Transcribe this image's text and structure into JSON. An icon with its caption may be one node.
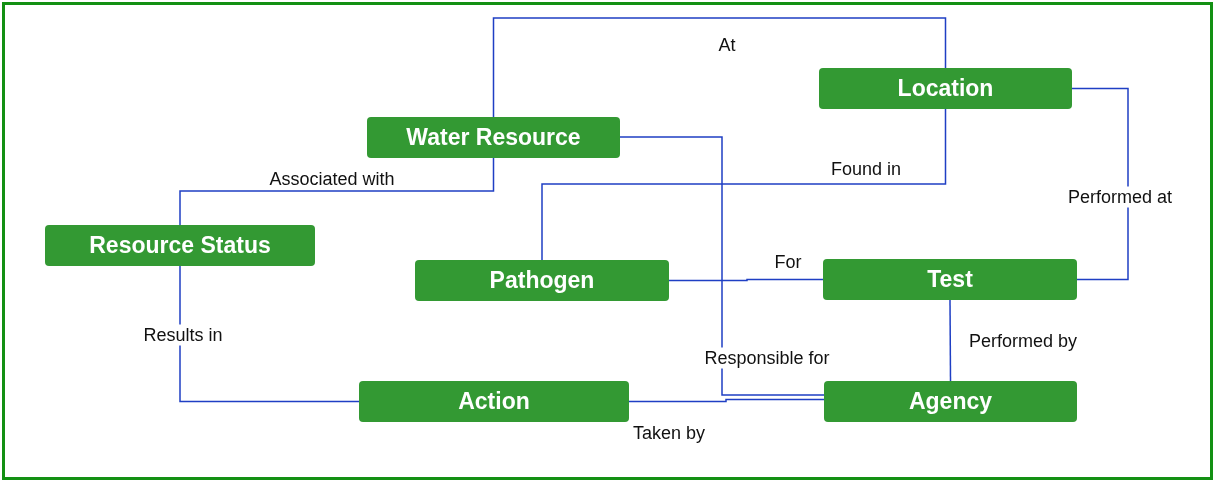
{
  "diagram": {
    "nodes": [
      {
        "text": [
          "Water Resource"
        ]
      },
      {
        "text": [
          "Location"
        ]
      },
      {
        "text": [
          "Resource Status"
        ]
      },
      {
        "text": [
          "Pathogen"
        ]
      },
      {
        "text": [
          "Test"
        ]
      },
      {
        "text": [
          "Action"
        ]
      },
      {
        "text": [
          "Agency"
        ]
      }
    ],
    "edges": [
      {
        "from": 0,
        "to": 1,
        "arrow": "none",
        "label": "At"
      },
      {
        "from": 2,
        "to": 0,
        "arrow": "none",
        "label": "Associated with"
      },
      {
        "from": 3,
        "to": 1,
        "arrow": "none",
        "label": "Found in"
      },
      {
        "from": 4,
        "to": 1,
        "arrow": "none",
        "label": "Performed at"
      },
      {
        "from": 3,
        "to": 4,
        "arrow": "none",
        "label": "For"
      },
      {
        "from": 0,
        "to": 6,
        "arrow": "none",
        "label": "Responsible for"
      },
      {
        "from": 4,
        "to": 6,
        "arrow": "none",
        "label": "Performed by"
      },
      {
        "from": 2,
        "to": 5,
        "arrow": "none",
        "label": "Results in"
      },
      {
        "from": 5,
        "to": 6,
        "arrow": "none",
        "label": "Taken by"
      }
    ]
  }
}
